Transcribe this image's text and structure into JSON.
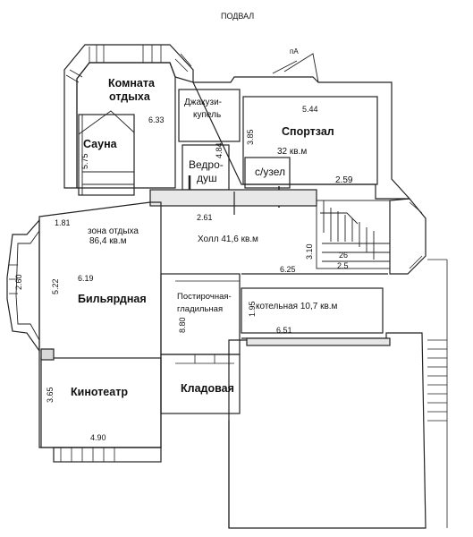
{
  "page_title": "ПОДВАЛ",
  "rooms": {
    "rest_room_1": "Комната",
    "rest_room_2": "отдыха",
    "jacuzzi_1": "Джакузи-",
    "jacuzzi_2": "купель",
    "gym": "Спортзал",
    "gym_area": "32 кв.м",
    "sauna": "Сауна",
    "shower_1": "Ведро-",
    "shower_2": "душ",
    "wc": "с/узел",
    "rest_zone_1": "зона отдыха",
    "rest_zone_2": "86,4 кв.м",
    "hall": "Холл 41,6 кв.м",
    "billiard": "Бильярдная",
    "laundry_1": "Постирочная-",
    "laundry_2": "гладильная",
    "boiler": "котельная 10,7 кв.м",
    "cinema": "Кинотеатр",
    "storage": "Кладовая"
  },
  "dims": {
    "d_6_33": "6.33",
    "d_5_44": "5.44",
    "d_5_75": "5.75",
    "d_4_84": "4.84",
    "d_3_85": "3.85",
    "d_2_59": "2.59",
    "d_1_81": "1.81",
    "d_2_61": "2.61",
    "d_3_10": "3.10",
    "d_26": "26",
    "d_2_5": "2.5",
    "d_6_25": "6.25",
    "d_2_60": "2.60",
    "d_5_22": "5.22",
    "d_6_19": "6.19",
    "d_1_95": "1.95",
    "d_6_51": "6.51",
    "d_8_80": "8.80",
    "d_3_65": "3.65",
    "d_4_90": "4.90"
  },
  "markers": {
    "input": "пА"
  }
}
